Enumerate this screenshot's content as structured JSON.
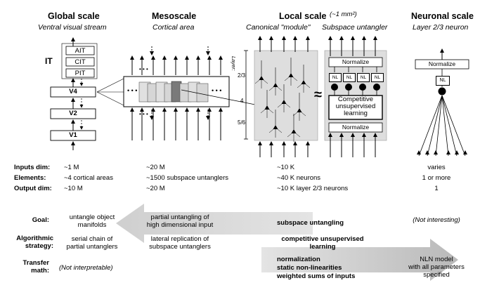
{
  "headers": [
    {
      "title": "Global scale",
      "subtitle": "Ventral visual stream"
    },
    {
      "title": "Mesoscale",
      "subtitle": "Cortical area"
    },
    {
      "title": "Local scale",
      "note": "(~1 mm²)",
      "subtitle_left": "Canonical \"module\"",
      "subtitle_right": "Subspace untangler"
    },
    {
      "title": "Neuronal scale",
      "subtitle": "Layer 2/3 neuron"
    }
  ],
  "global_diagram": {
    "it_label": "IT",
    "boxes": [
      "AIT",
      "CIT",
      "PIT",
      "V4",
      "V2",
      "V1"
    ]
  },
  "mesoscale_diagram": {
    "dots": "• • •"
  },
  "local_diagram": {
    "layer_axis_title": "Layer:",
    "layers": [
      "2/3",
      "4",
      "5/6"
    ],
    "approx_symbol": "≈",
    "normalize_top": "Normalize",
    "normalize_bottom": "Normalize",
    "nl_label": "NL",
    "competitive_box": [
      "Competitive",
      "unsupervised",
      "learning"
    ]
  },
  "neuronal_diagram": {
    "normalize": "Normalize",
    "nl_label": "NL"
  },
  "stats": {
    "labels": [
      "Inputs dim:",
      "Elements:",
      "Output dim:"
    ],
    "global": [
      "~1 M",
      "~4 cortical areas",
      "~10 M"
    ],
    "meso": [
      "~20 M",
      "~1500 subspace untanglers",
      "~20 M"
    ],
    "local": [
      "~10 K",
      "~40 K neurons",
      "~10 K layer 2/3 neurons"
    ],
    "neuronal": [
      "varies",
      "1 or more",
      "1"
    ]
  },
  "bottom": {
    "goal_label": "Goal:",
    "strategy_label": [
      "Algorithmic",
      "strategy:"
    ],
    "transfer_label": [
      "Transfer",
      "math:"
    ],
    "goal_global": [
      "untangle object",
      "manifolds"
    ],
    "goal_meso": [
      "partial untangling of",
      "high dimensional input"
    ],
    "goal_local": "subspace untangling",
    "goal_neuronal": "(Not interesting)",
    "strategy_global": [
      "serial chain of",
      "partial untanglers"
    ],
    "strategy_meso": [
      "lateral replication of",
      "subspace untanglers"
    ],
    "strategy_local": [
      "competitive unsupervised",
      "learning"
    ],
    "transfer_global": "(Not interpretable)",
    "transfer_local": [
      "normalization",
      "static non-linearities",
      "weighted sums of inputs"
    ],
    "transfer_neuronal": [
      "NLN model",
      "with all parameters",
      "specified"
    ]
  }
}
